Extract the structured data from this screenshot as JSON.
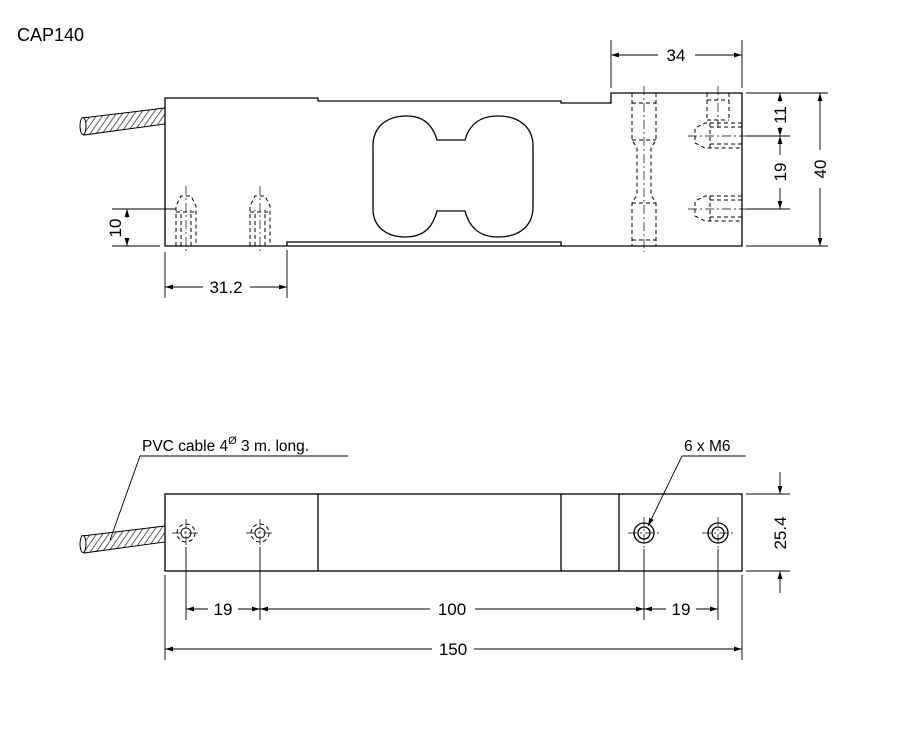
{
  "title": "CAP140",
  "dimensions": {
    "top_width": "34",
    "height_total": "40",
    "hole_top": "11",
    "hole_spacing": "19",
    "bottom_hole": "10",
    "left_offset": "31.2",
    "width_plan": "25.4",
    "pitch_left": "19",
    "pitch_center": "100",
    "pitch_right": "19",
    "total_length": "150"
  },
  "labels": {
    "cable_note_main": "PVC cable 4",
    "cable_note_sup": "Ø",
    "cable_note_rest": " 3 m. long.",
    "thread_note": "6 x M6"
  }
}
